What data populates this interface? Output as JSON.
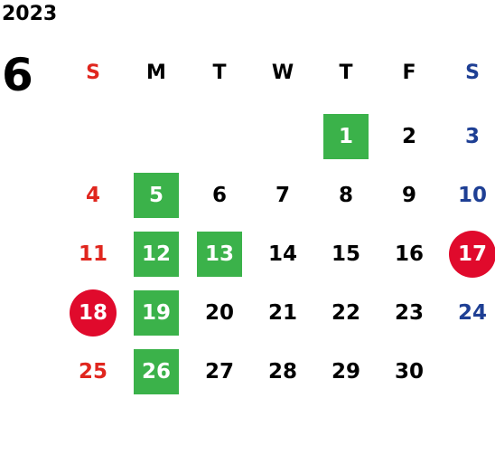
{
  "calendar": {
    "year": "2023",
    "month": "6",
    "weekday_labels": [
      "S",
      "M",
      "T",
      "W",
      "T",
      "F",
      "S"
    ],
    "colors": {
      "sunday": "#e0261e",
      "saturday": "#1e3f94",
      "highlight_green": "#3bb24a",
      "holiday_red": "#e00a2c"
    },
    "weeks": [
      [
        {
          "day": ""
        },
        {
          "day": ""
        },
        {
          "day": ""
        },
        {
          "day": ""
        },
        {
          "day": "1",
          "mark": "green"
        },
        {
          "day": "2"
        },
        {
          "day": "3"
        }
      ],
      [
        {
          "day": "4"
        },
        {
          "day": "5",
          "mark": "green"
        },
        {
          "day": "6"
        },
        {
          "day": "7"
        },
        {
          "day": "8"
        },
        {
          "day": "9"
        },
        {
          "day": "10"
        }
      ],
      [
        {
          "day": "11"
        },
        {
          "day": "12",
          "mark": "green"
        },
        {
          "day": "13",
          "mark": "green"
        },
        {
          "day": "14"
        },
        {
          "day": "15"
        },
        {
          "day": "16"
        },
        {
          "day": "17",
          "mark": "holiday"
        }
      ],
      [
        {
          "day": "18",
          "mark": "holiday"
        },
        {
          "day": "19",
          "mark": "green"
        },
        {
          "day": "20"
        },
        {
          "day": "21"
        },
        {
          "day": "22"
        },
        {
          "day": "23"
        },
        {
          "day": "24"
        }
      ],
      [
        {
          "day": "25"
        },
        {
          "day": "26",
          "mark": "green"
        },
        {
          "day": "27"
        },
        {
          "day": "28"
        },
        {
          "day": "29"
        },
        {
          "day": "30"
        },
        {
          "day": ""
        }
      ]
    ]
  }
}
